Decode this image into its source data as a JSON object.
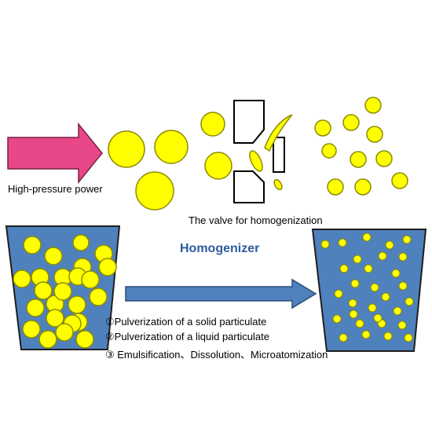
{
  "diagram": {
    "pressure_label": "High-pressure power",
    "valve_label": "The valve for  homogenization",
    "title": "Homogenizer",
    "steps": [
      "①Pulverization of a solid particulate",
      "②Pulverization of a liquid particulate",
      "③ Emulsification、Dissolution、Microatomization"
    ]
  },
  "colors": {
    "particle_fill": "#FFFF00",
    "particle_stroke": "#8C8C00",
    "container_fill": "#4F81BD",
    "container_stroke": "#1F1F1F",
    "input_arrow": "#E8478A",
    "process_arrow": "#4F81BD",
    "title": "#2E5C9E"
  },
  "icons": {
    "input_arrow": "arrow-right-pink",
    "process_arrow": "arrow-right-blue",
    "valve": "homogenizing-valve",
    "container": "trapezoid-beaker"
  }
}
